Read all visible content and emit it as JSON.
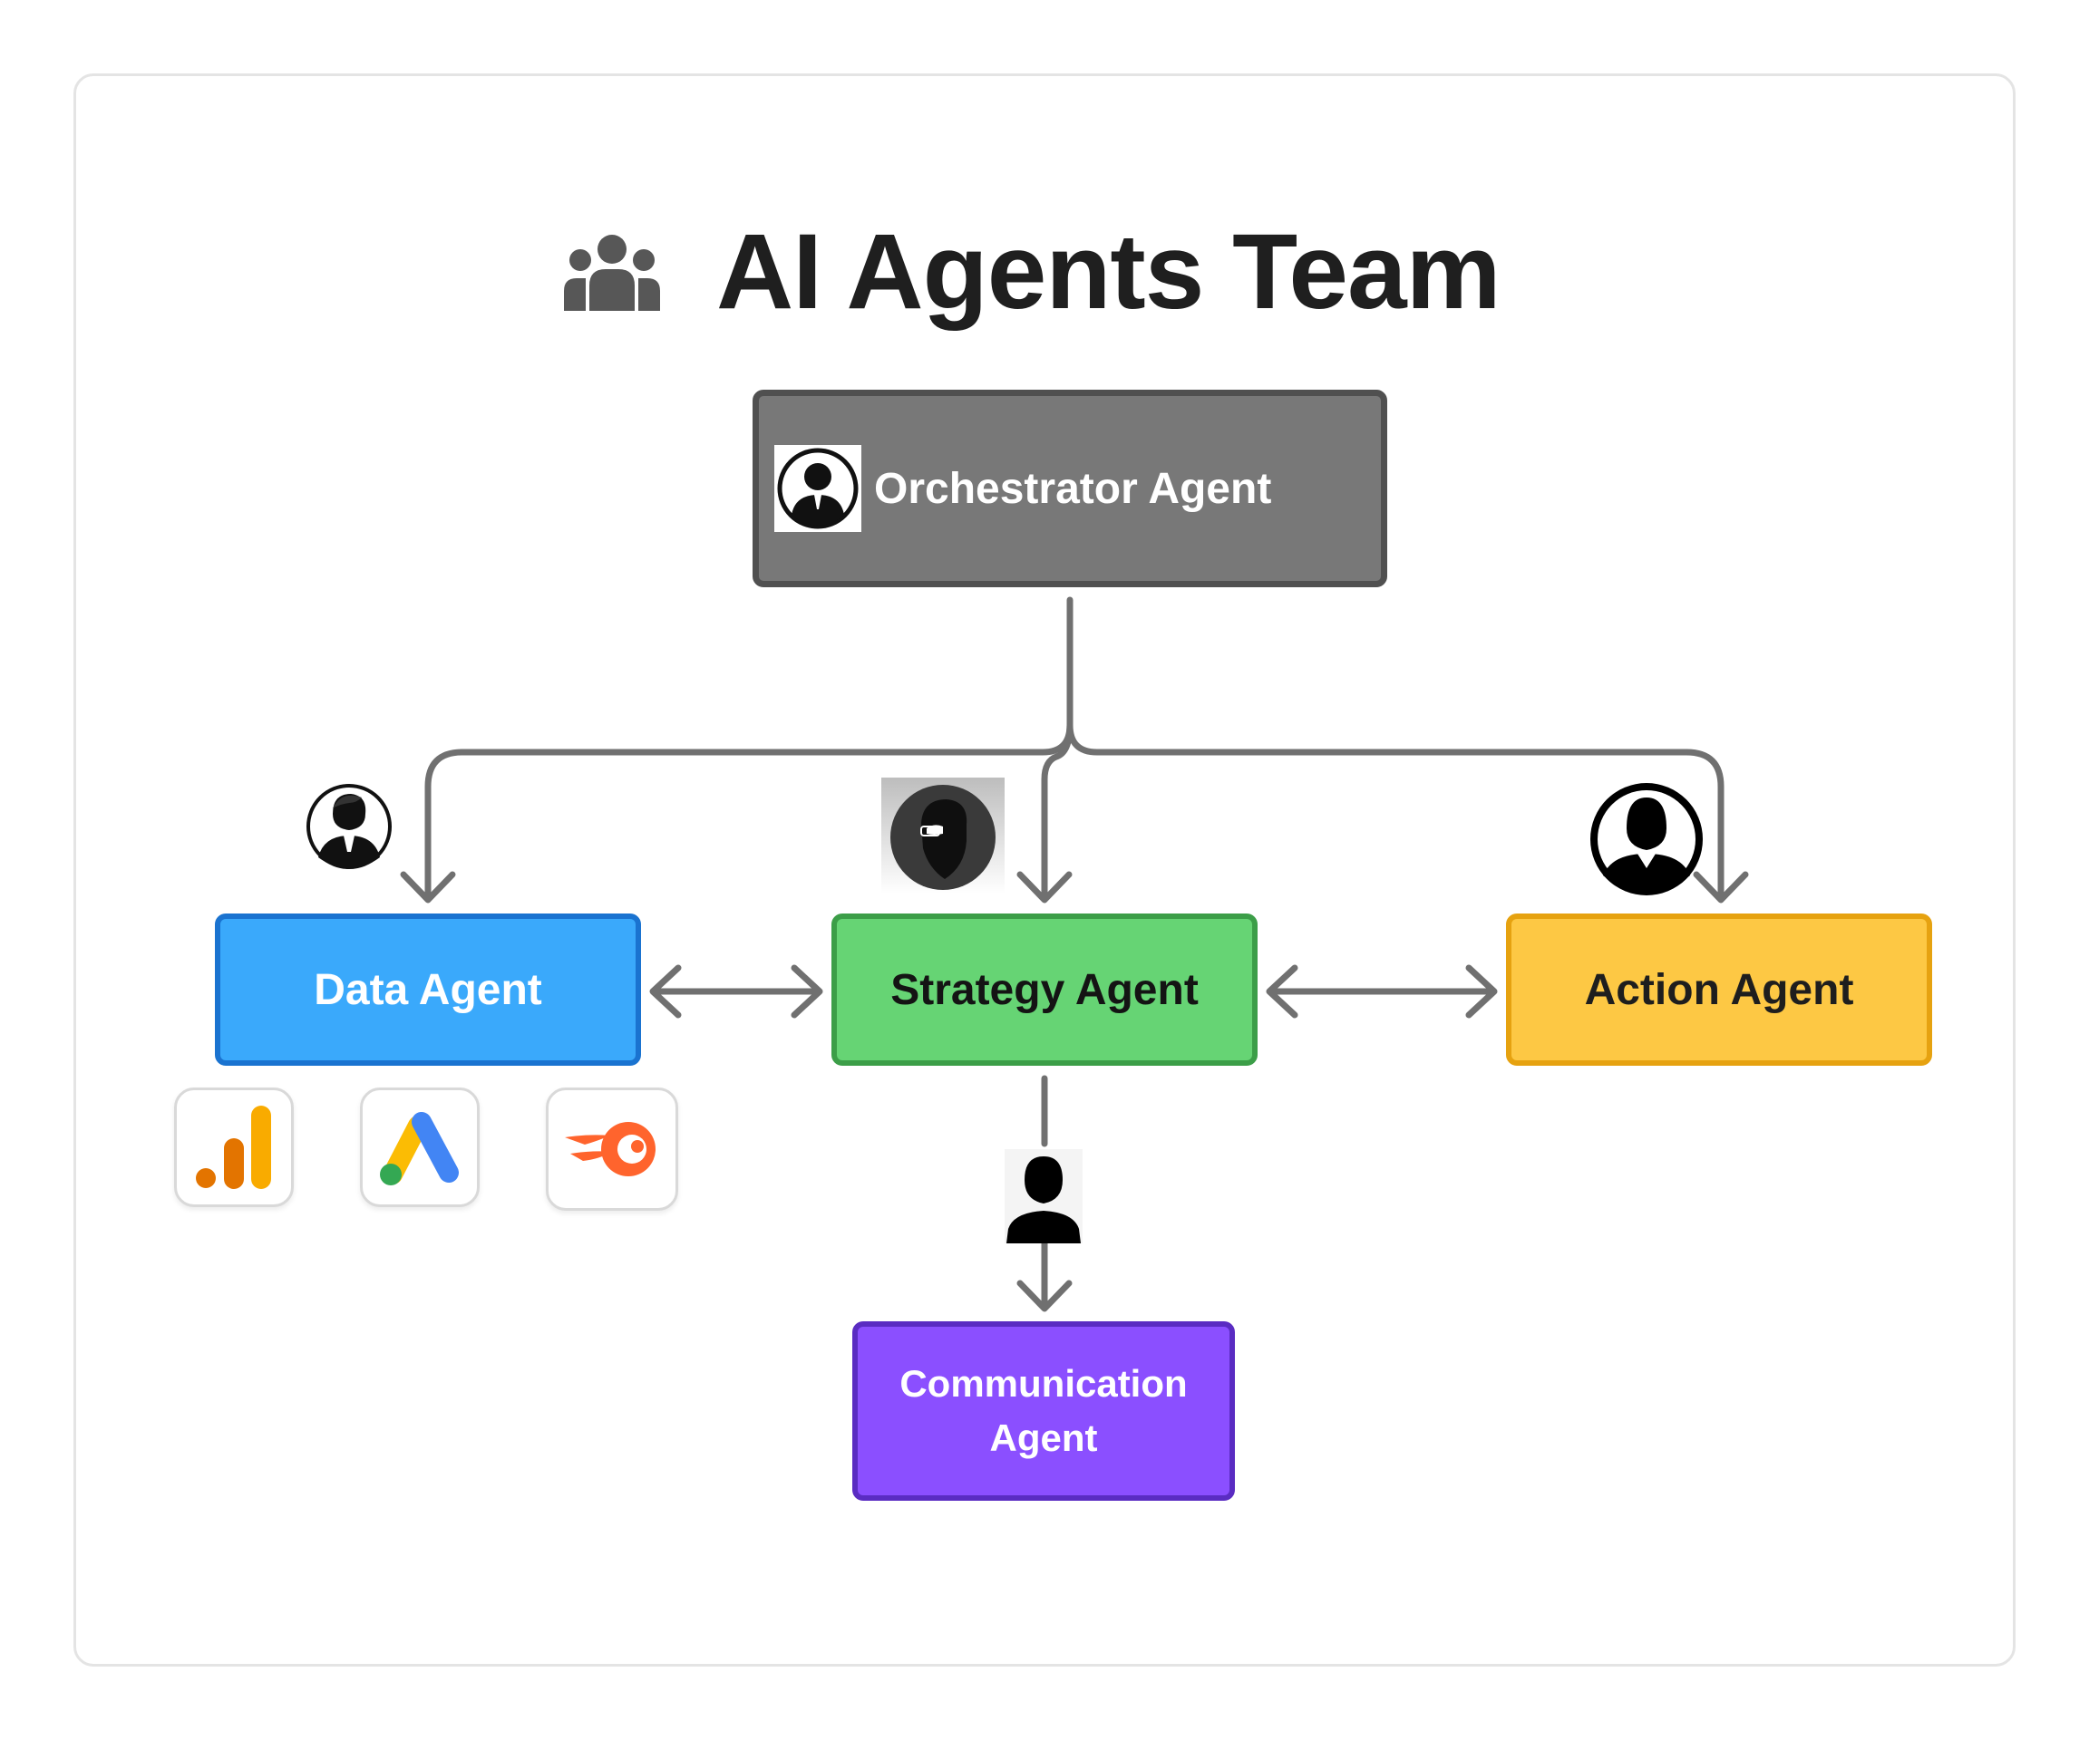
{
  "diagram": {
    "title": "AI Agents Team",
    "title_icon": "team-group-icon",
    "nodes": {
      "orchestrator": {
        "label": "Orchestrator Agent",
        "icon": "businessman-avatar-icon",
        "color": "#787878"
      },
      "data": {
        "label": "Data Agent",
        "icon": "man-suit-avatar-icon",
        "color": "#3aa9fb"
      },
      "strategy": {
        "label": "Strategy Agent",
        "icon": "bearded-man-avatar-icon",
        "color": "#66d474"
      },
      "action": {
        "label": "Action Agent",
        "icon": "woman-avatar-icon",
        "color": "#fdc844"
      },
      "communication": {
        "label_line1": "Communication",
        "label_line2": "Agent",
        "icon": "person-silhouette-icon",
        "color": "#8b4fff"
      }
    },
    "tools": [
      "google-analytics-icon",
      "google-ads-icon",
      "semrush-icon"
    ],
    "edges": [
      {
        "from": "Orchestrator Agent",
        "to": "Data Agent",
        "type": "one-way"
      },
      {
        "from": "Orchestrator Agent",
        "to": "Strategy Agent",
        "type": "one-way"
      },
      {
        "from": "Orchestrator Agent",
        "to": "Action Agent",
        "type": "one-way"
      },
      {
        "from": "Data Agent",
        "to": "Strategy Agent",
        "type": "two-way"
      },
      {
        "from": "Strategy Agent",
        "to": "Action Agent",
        "type": "two-way"
      },
      {
        "from": "Strategy Agent",
        "to": "Communication Agent",
        "type": "one-way"
      }
    ],
    "line_color": "#6e6e6e"
  }
}
